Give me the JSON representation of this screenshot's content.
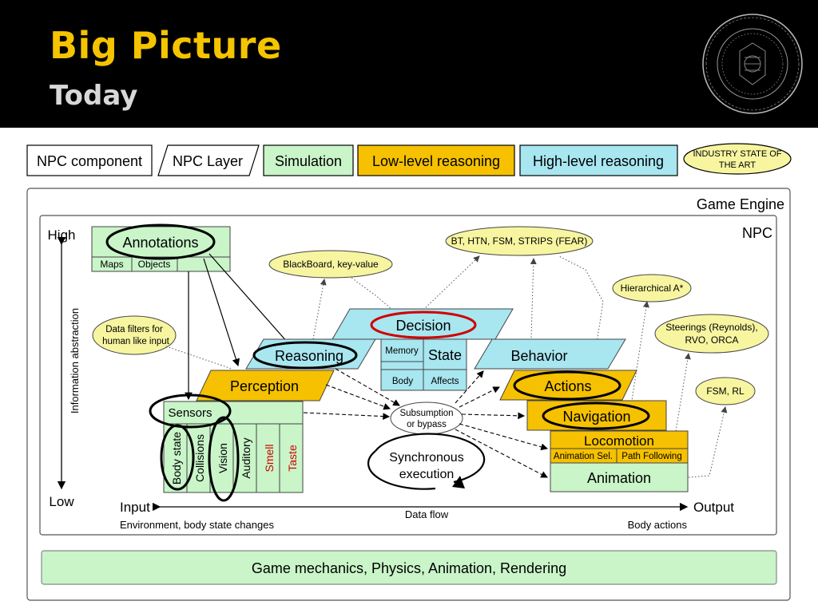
{
  "header": {
    "title": "Big Picture",
    "subtitle": "Today"
  },
  "seal": {
    "text": "FACULTAS MATHEMATICA PHYSICAQUE"
  },
  "legend": {
    "npc_component": "NPC component",
    "npc_layer": "NPC Layer",
    "simulation": "Simulation",
    "low_level": "Low-level reasoning",
    "high_level": "High-level reasoning",
    "industry_line1": "INDUSTRY STATE OF",
    "industry_line2": "THE ART"
  },
  "frame": {
    "game_engine": "Game Engine",
    "npc": "NPC"
  },
  "axis": {
    "high": "High",
    "low": "Low",
    "label": "Information abstraction"
  },
  "annotations": {
    "title": "Annotations",
    "maps": "Maps",
    "objects": "Objects"
  },
  "sensors": {
    "title": "Sensors",
    "items": [
      "Body state",
      "Collisions",
      "Vision",
      "Auditory",
      "Smell",
      "Taste"
    ]
  },
  "layers": {
    "perception": "Perception",
    "reasoning": "Reasoning",
    "decision": "Decision",
    "behavior": "Behavior",
    "actions": "Actions",
    "navigation": "Navigation"
  },
  "state": {
    "memory": "Memory",
    "state": "State",
    "body": "Body",
    "affects": "Affects"
  },
  "locomotion": {
    "title": "Locomotion",
    "anim_sel": "Animation Sel.",
    "path_following": "Path Following",
    "animation": "Animation"
  },
  "subsumption": {
    "line1": "Subsumption",
    "line2": "or bypass"
  },
  "sync": {
    "line1": "Synchronous",
    "line2": "execution"
  },
  "industry": {
    "bt": "BT, HTN, FSM, STRIPS (FEAR)",
    "blackboard": "BlackBoard, key-value",
    "data_filters_1": "Data filters for",
    "data_filters_2": "human like input",
    "hier_astar": "Hierarchical A*",
    "steerings_1": "Steerings (Reynolds),",
    "steerings_2": "RVO, ORCA",
    "fsm_rl": "FSM, RL"
  },
  "flow": {
    "input": "Input",
    "output": "Output",
    "data_flow": "Data flow",
    "env": "Environment, body state changes",
    "body_actions": "Body actions"
  },
  "footer": {
    "engine_bar": "Game mechanics, Physics, Animation, Rendering"
  },
  "colors": {
    "simulation": "#c9f5c9",
    "low_level": "#f5c100",
    "high_level": "#a8e6f0",
    "industry": "#f7f5a0",
    "header_bg": "#000000",
    "title": "#f5c400"
  }
}
